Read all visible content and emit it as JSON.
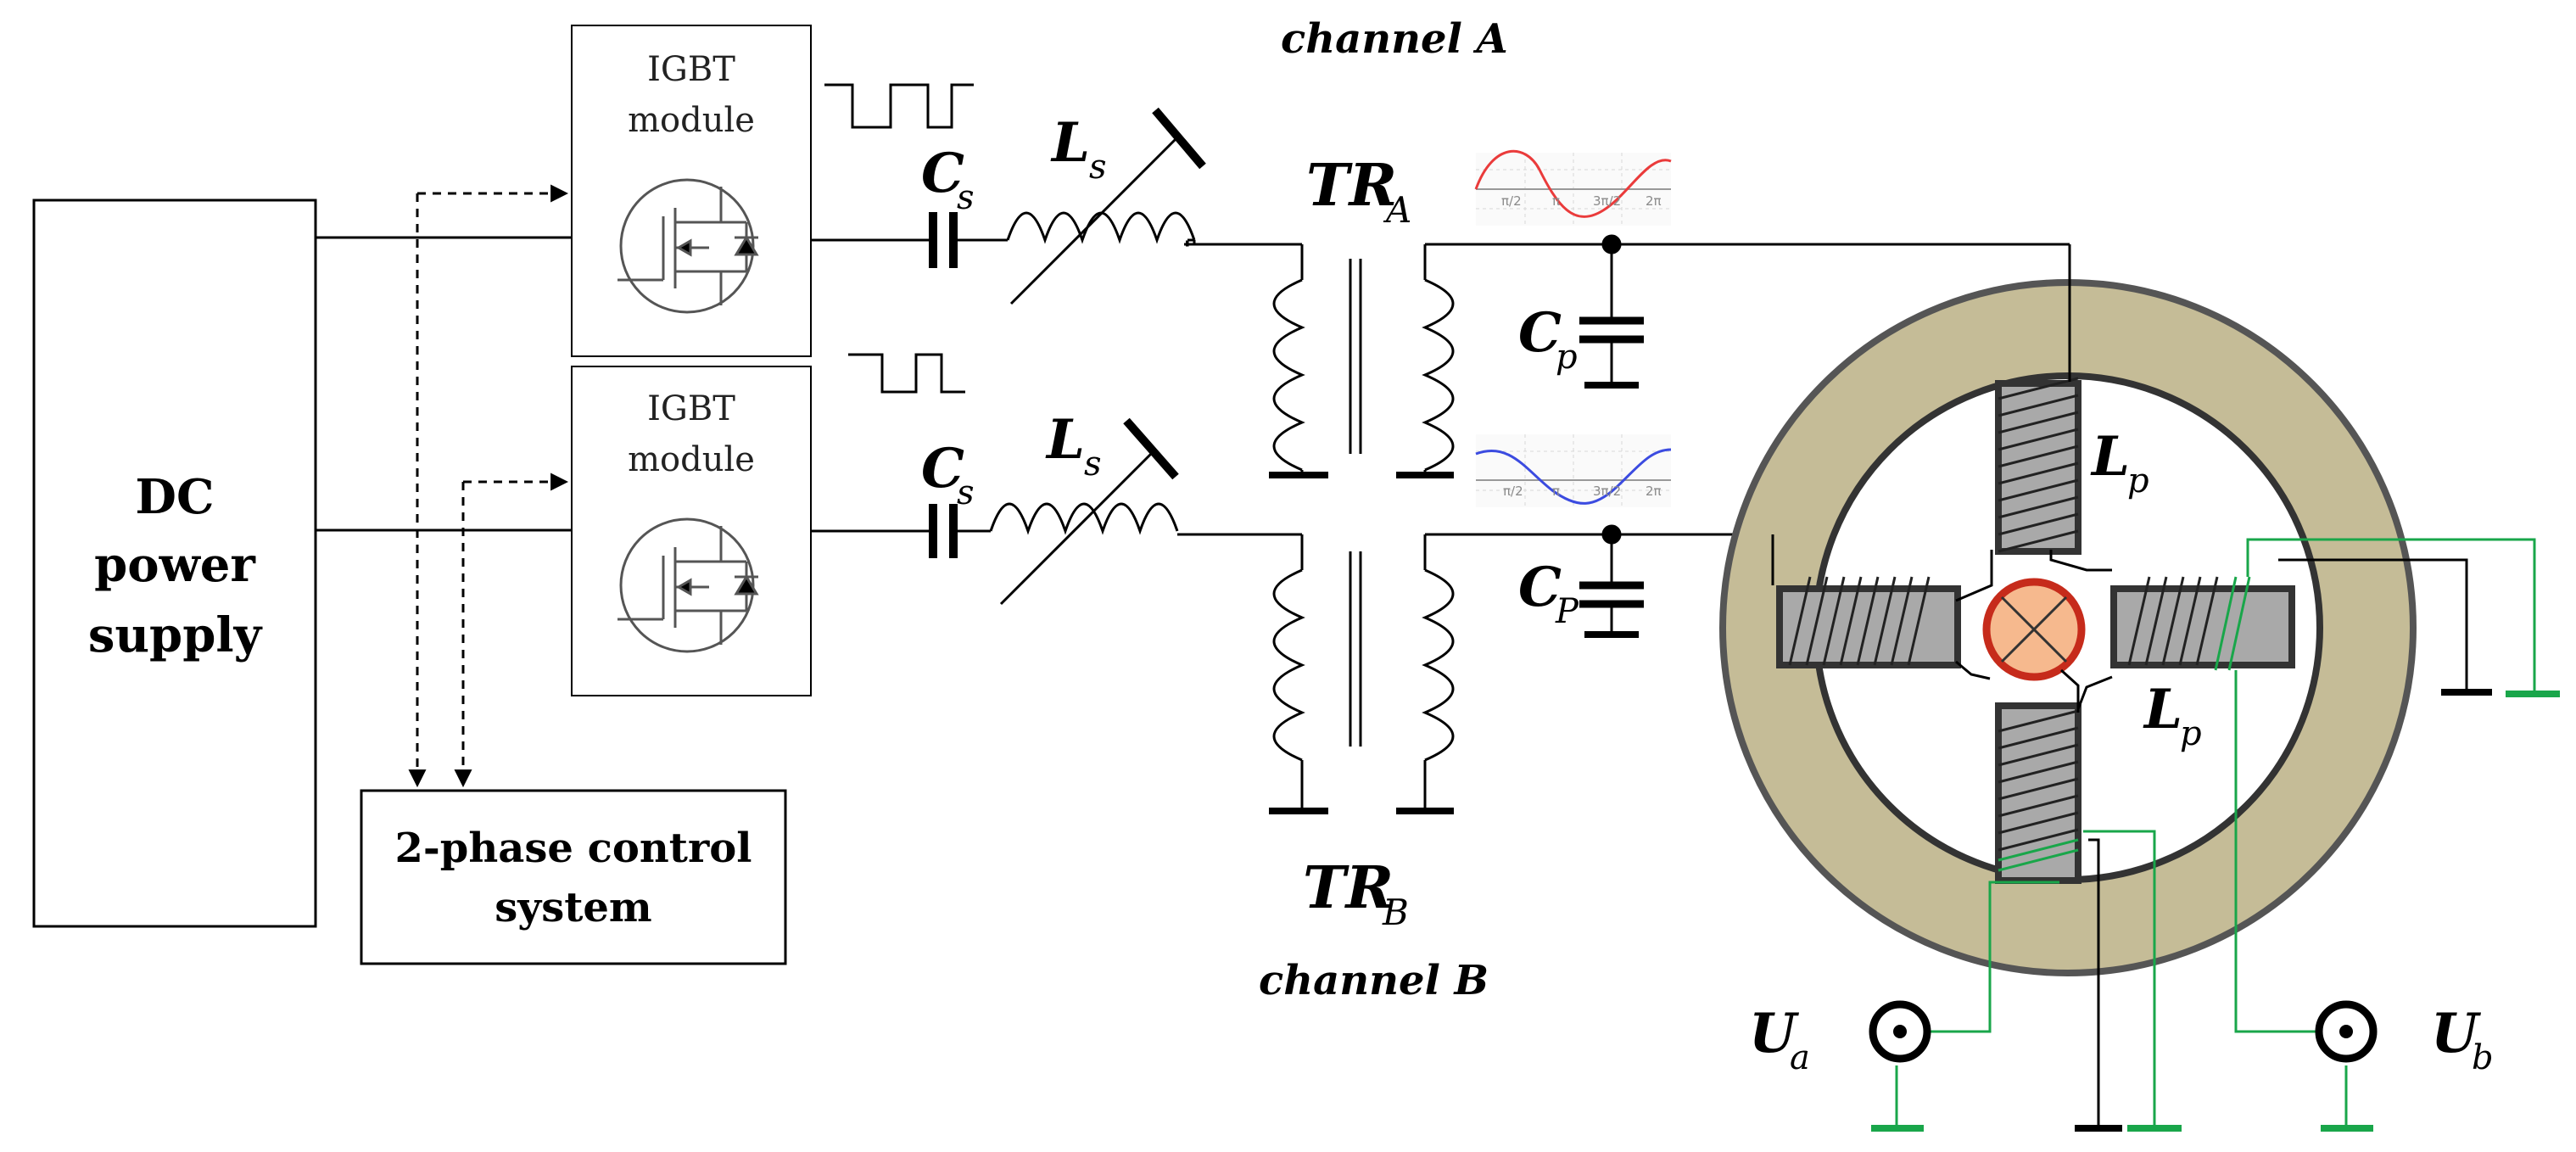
{
  "power_supply": {
    "line1": "DC",
    "line2": "power",
    "line3": "supply"
  },
  "control_system": {
    "line1": "2-phase control",
    "line2": "system"
  },
  "igbt": {
    "line1": "IGBT",
    "line2": "module"
  },
  "channels": {
    "a": "channel A",
    "b": "channel B"
  },
  "components": {
    "cs_main": "C",
    "cs_sub": "s",
    "ls_main": "L",
    "ls_sub": "s",
    "tra_main": "TR",
    "tra_sub": "A",
    "trb_main": "TR",
    "trb_sub": "B",
    "cp_main": "C",
    "cp_sub": "p",
    "cp2_main": "C",
    "cp2_sub": "P",
    "lp_main": "L",
    "lp_sub": "p",
    "ua_main": "U",
    "ua_sub": "a",
    "ub_main": "U",
    "ub_sub": "b"
  },
  "waveform_ticks": {
    "t1": "π/2",
    "t2": "π",
    "t3": "3π/2",
    "t4": "2π"
  },
  "colors": {
    "line": "#000000",
    "ring": "#c5bc97",
    "ring_border": "#555555",
    "pole": "#a7a7a7",
    "green": "#19a64a",
    "sine_a": "#ea3b3b",
    "sine_b": "#3b4be0",
    "sensor_fill": "#f6b98e",
    "sensor_ring": "#c62b1b"
  }
}
